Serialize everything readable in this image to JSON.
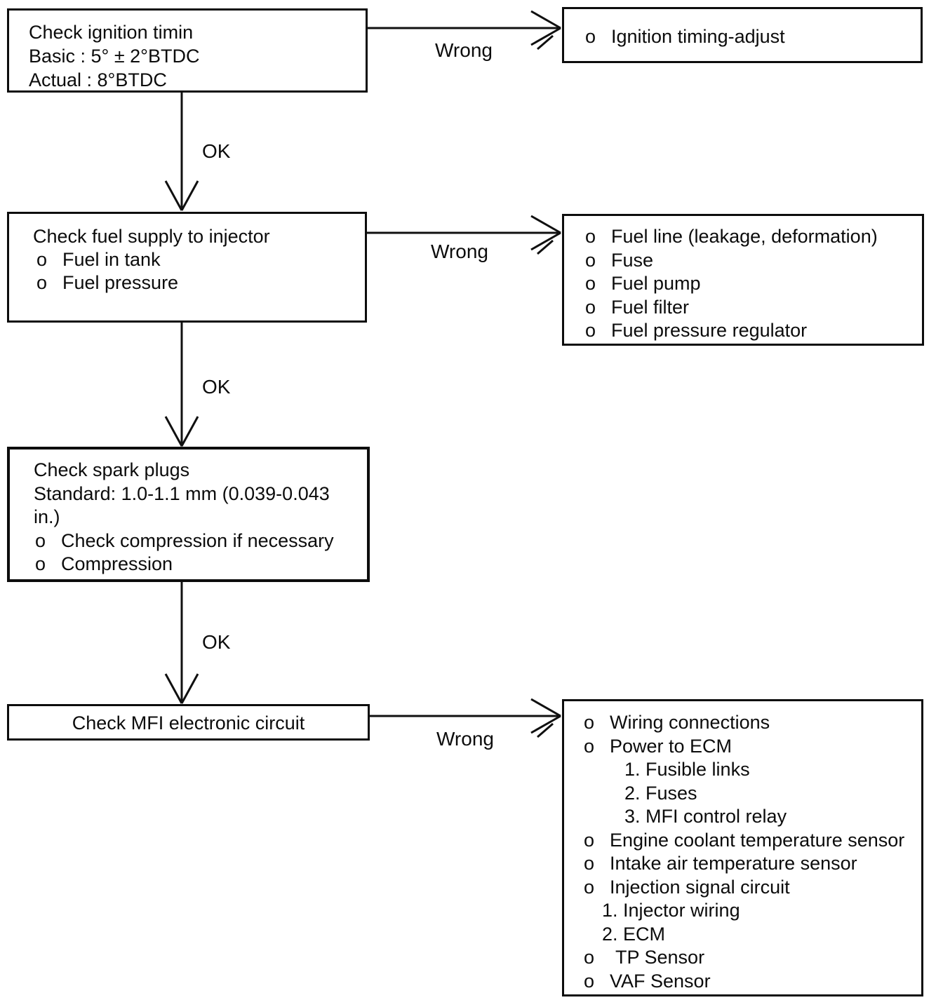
{
  "labels": {
    "ok": "OK",
    "wrong": "Wrong",
    "bullet": "o"
  },
  "boxes": {
    "check_ignition": {
      "lines": [
        "Check ignition timin",
        "Basic : 5° ± 2°BTDC",
        "Actual : 8°BTDC"
      ]
    },
    "ignition_remedy": {
      "items": [
        "Ignition timing-adjust"
      ]
    },
    "check_fuel": {
      "title": "Check fuel supply to injector",
      "items": [
        "Fuel in tank",
        "Fuel pressure"
      ]
    },
    "fuel_remedy": {
      "items": [
        "Fuel line (leakage, deformation)",
        "Fuse",
        "Fuel pump",
        "Fuel filter",
        "Fuel pressure regulator"
      ]
    },
    "check_spark": {
      "lines": [
        "Check spark plugs",
        "Standard: 1.0-1.1 mm (0.039-0.043",
        "in.)"
      ],
      "items": [
        "Check compression if necessary",
        "Compression"
      ]
    },
    "check_mfi": {
      "title": "Check MFI electronic circuit"
    },
    "mfi_remedy": {
      "items": [
        {
          "b": "o",
          "t": "Wiring connections"
        },
        {
          "b": "o",
          "t": "Power to ECM"
        },
        {
          "b": "",
          "t": "1. Fusible links"
        },
        {
          "b": "",
          "t": "2. Fuses"
        },
        {
          "b": "",
          "t": "3. MFI control relay"
        },
        {
          "b": "o",
          "t": "Engine coolant temperature sensor"
        },
        {
          "b": "o",
          "t": "Intake air temperature sensor"
        },
        {
          "b": "o",
          "t": "Injection signal circuit"
        },
        {
          "b": "",
          "t": "1. Injector wiring"
        },
        {
          "b": "",
          "t": "2. ECM"
        },
        {
          "b": "o",
          "t": "TP Sensor"
        },
        {
          "b": "o",
          "t": "VAF Sensor"
        }
      ]
    }
  }
}
